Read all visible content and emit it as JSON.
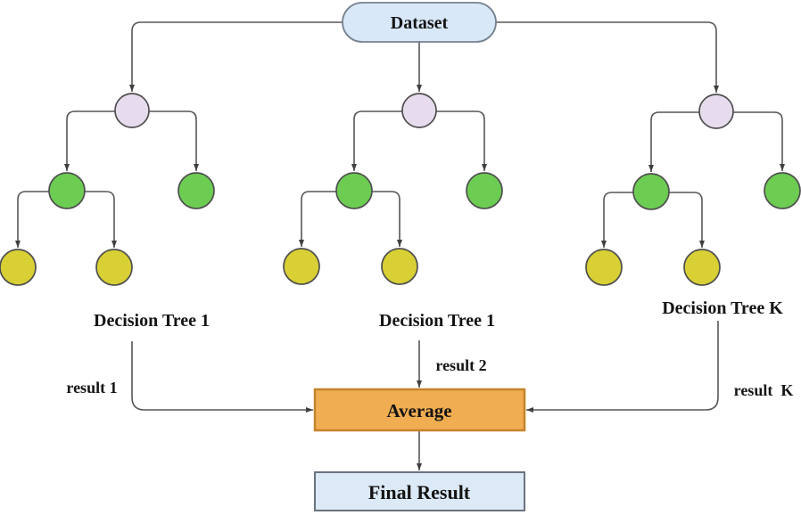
{
  "figure": {
    "dataset_label": "Dataset",
    "average_label": "Average",
    "final_result_label": "Final Result",
    "trees": [
      {
        "label": "Decision Tree 1",
        "result": "result 1"
      },
      {
        "label": "Decision Tree 1",
        "result": "result 2"
      },
      {
        "label": "Decision Tree K",
        "result": "result  K"
      }
    ]
  },
  "colors": {
    "dataset_fill": "#d8e8f8",
    "dataset_border": "#76818e",
    "root_fill": "#e7dcee",
    "green_fill": "#6ccd52",
    "yellow_fill": "#d8d034",
    "node_border": "#4e4e4e",
    "average_fill": "#f0ad52",
    "average_border": "#c5832a",
    "final_fill": "#dce9f6",
    "final_border": "#6b737d",
    "line": "#565656"
  }
}
